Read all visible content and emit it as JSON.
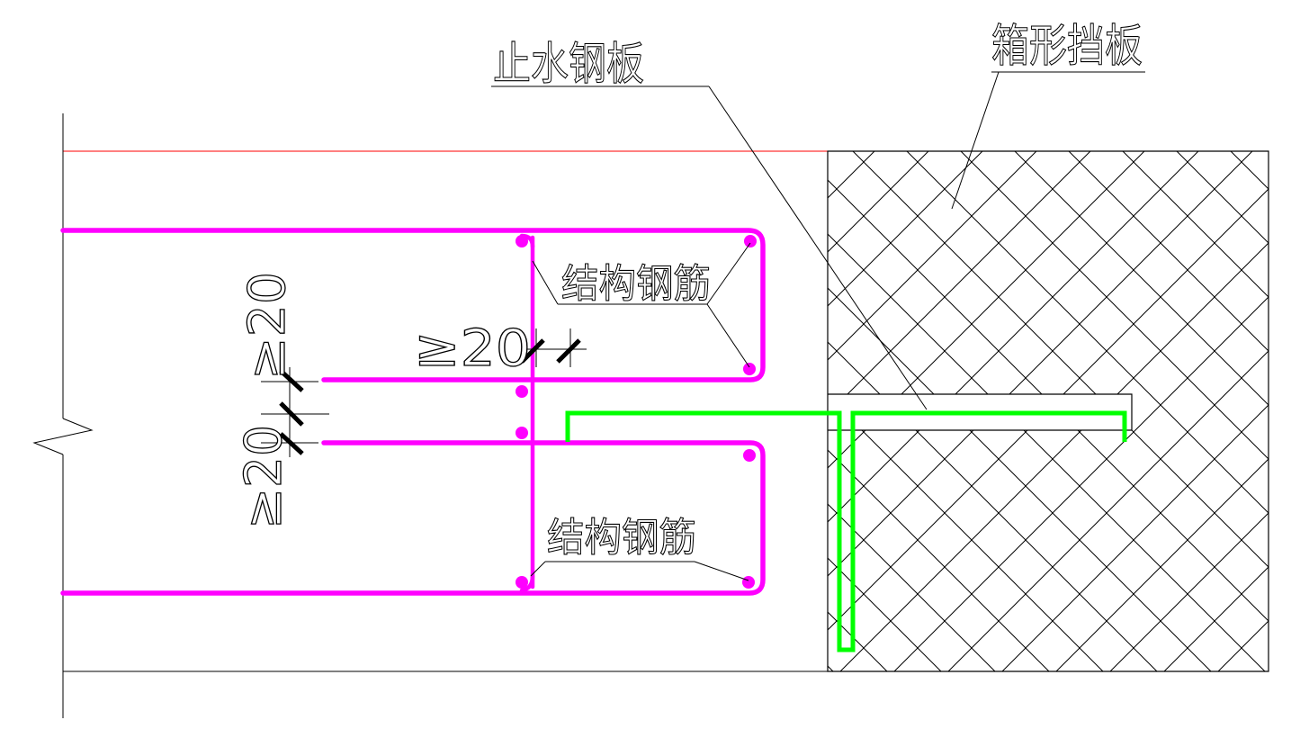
{
  "labels": {
    "waterstop_plate": "止水钢板",
    "box_baffle": "箱形挡板",
    "structural_rebar_upper": "结构钢筋",
    "structural_rebar_lower": "结构钢筋"
  },
  "dimensions": {
    "spacing_horizontal": "≥20",
    "spacing_vertical_a": "≥20",
    "spacing_vertical_b": "≥20"
  },
  "colors": {
    "rebar": "#ff00ff",
    "waterstop": "#00ff00",
    "outline": "#000000",
    "top_edge": "#ff0000",
    "hatch": "#000000",
    "background": "#ffffff"
  }
}
